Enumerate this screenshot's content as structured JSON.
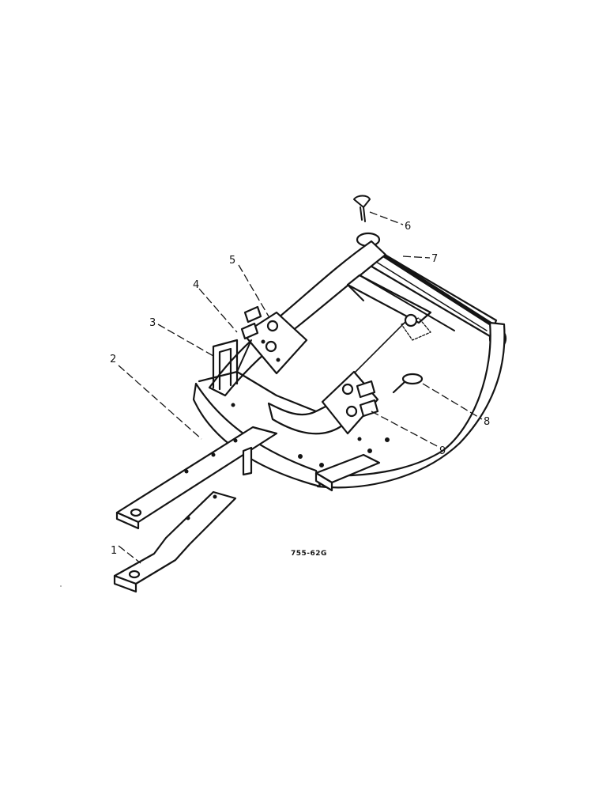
{
  "diagram": {
    "callouts": [
      {
        "id": "1",
        "label": "1"
      },
      {
        "id": "2",
        "label": "2"
      },
      {
        "id": "3",
        "label": "3"
      },
      {
        "id": "4",
        "label": "4"
      },
      {
        "id": "5",
        "label": "5"
      },
      {
        "id": "6",
        "label": "6"
      },
      {
        "id": "7",
        "label": "7"
      },
      {
        "id": "8",
        "label": "8"
      },
      {
        "id": "9",
        "label": "9"
      }
    ],
    "reference_code": "755-62G",
    "colors": {
      "ink": "#141414",
      "paper": "#ffffff"
    }
  }
}
